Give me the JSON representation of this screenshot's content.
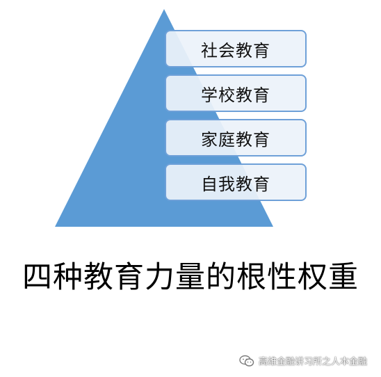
{
  "diagram": {
    "levels": [
      {
        "label": "社会教育"
      },
      {
        "label": "学校教育"
      },
      {
        "label": "家庭教育"
      },
      {
        "label": "自我教育"
      }
    ],
    "title": "四种教育力量的根性权重",
    "pyramid_color": "#5b9bd5",
    "box_border_color": "#6ea0d8"
  },
  "watermark": {
    "icon": "wechat-icon",
    "text": "高维金融讲习所之人本金融"
  }
}
